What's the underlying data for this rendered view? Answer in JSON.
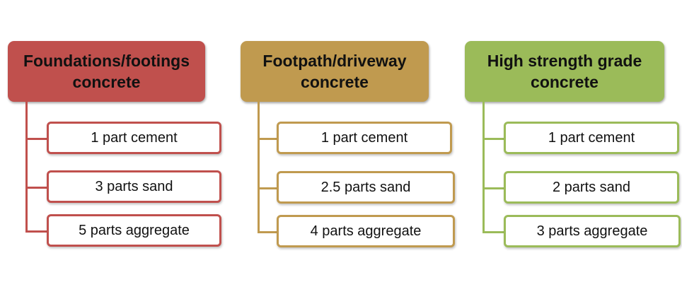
{
  "groups": [
    {
      "title_line1": "Foundations/footings",
      "title_line2": "concrete",
      "header_color": "#c0504d",
      "line_color": "#c0504d",
      "items": [
        "1 part cement",
        "3 parts sand",
        "5 parts aggregate"
      ]
    },
    {
      "title_line1": "Footpath/driveway",
      "title_line2": "concrete",
      "header_color": "#c09a4f",
      "line_color": "#c09a4f",
      "items": [
        "1 part cement",
        "2.5 parts sand",
        "4 parts aggregate"
      ]
    },
    {
      "title_line1": "High strength grade",
      "title_line2": "concrete",
      "header_color": "#9bbb59",
      "line_color": "#9bbb59",
      "items": [
        "1 part cement",
        "2 parts sand",
        "3 parts aggregate"
      ]
    }
  ]
}
